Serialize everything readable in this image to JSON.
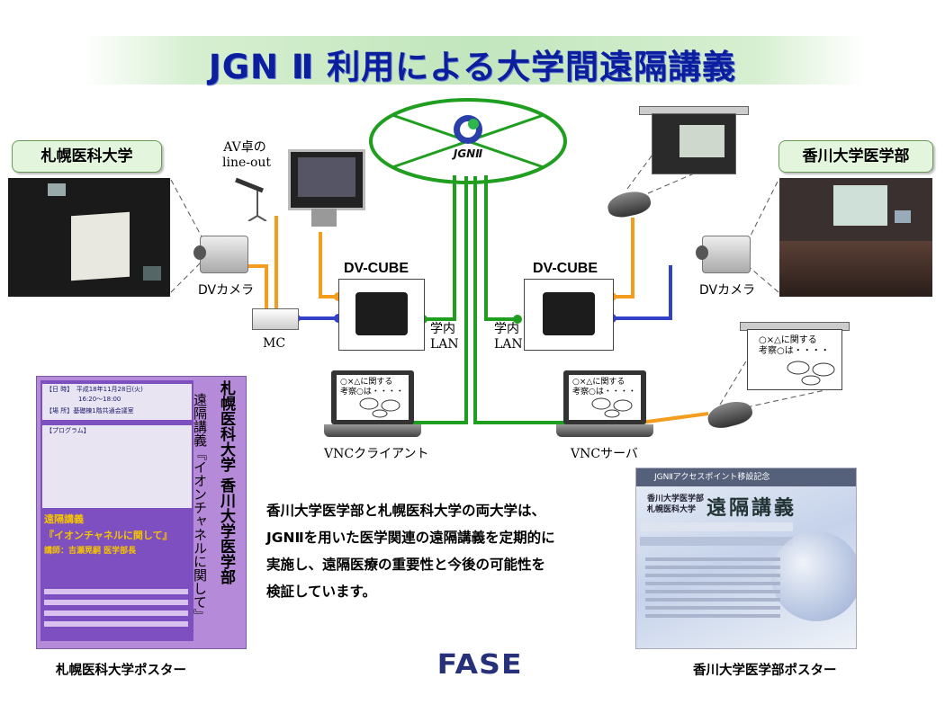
{
  "title": "JGN Ⅱ 利用による大学間遠隔講義",
  "network": {
    "logo_text": "JGNⅡ",
    "sapporo_label": "札幌医科大学",
    "kagawa_label": "香川大学医学部",
    "av_desk_line1": "AV卓の",
    "av_desk_line2": "line-out",
    "dv_camera_left": "DVカメラ",
    "dv_camera_right": "DVカメラ",
    "mc": "MC",
    "dvcube_left": "DV-CUBE",
    "dvcube_right": "DV-CUBE",
    "lan_left_line1": "学内",
    "lan_left_line2": "LAN",
    "lan_right_line1": "学内",
    "lan_right_line2": "LAN",
    "vnc_client": "VNCクライアント",
    "vnc_server": "VNCサーバ",
    "screen_text_line1": "○×△に関する",
    "screen_text_line2": "考察○は・・・・",
    "projection_text_line1": "○×△に関する",
    "projection_text_line2": "考察○は・・・・"
  },
  "description": [
    "香川大学医学部と札幌医科大学の両大学は、",
    "JGNⅡを用いた医学関連の遠隔講義を定期的に",
    "実施し、遠隔医療の重要性と今後の可能性を",
    "検証しています。"
  ],
  "posters": {
    "left_caption": "札幌医科大学ポスター",
    "right_caption": "香川大学医学部ポスター",
    "left_vertical_1": "札幌医科大学 香川大学医学部",
    "left_vertical_2": "遠隔講義『イオンチャネルに関して』",
    "left_header_1": "【日 時】　平成18年11月28日(火)",
    "left_header_2": "16:20～18:00",
    "left_header_3": "【場 所】基礎棟1階共通会議室",
    "left_program": "【プログラム】",
    "left_lecture": "遠隔講義",
    "left_lecture_title": "『イオンチャネルに関して』",
    "left_speaker": "講師：吉瀬晃嗣 医学部長",
    "right_header": "JGNⅡアクセスポイント移設記念",
    "right_inst_1": "香川大学医学部",
    "right_inst_2": "札幌医科大学",
    "right_title": "遠隔講義"
  },
  "footer_logo": "FASE",
  "colors": {
    "title": "#0a1e9e",
    "network_green": "#1f9e1f",
    "line_orange": "#f39c1e",
    "line_blue": "#3340c8"
  }
}
